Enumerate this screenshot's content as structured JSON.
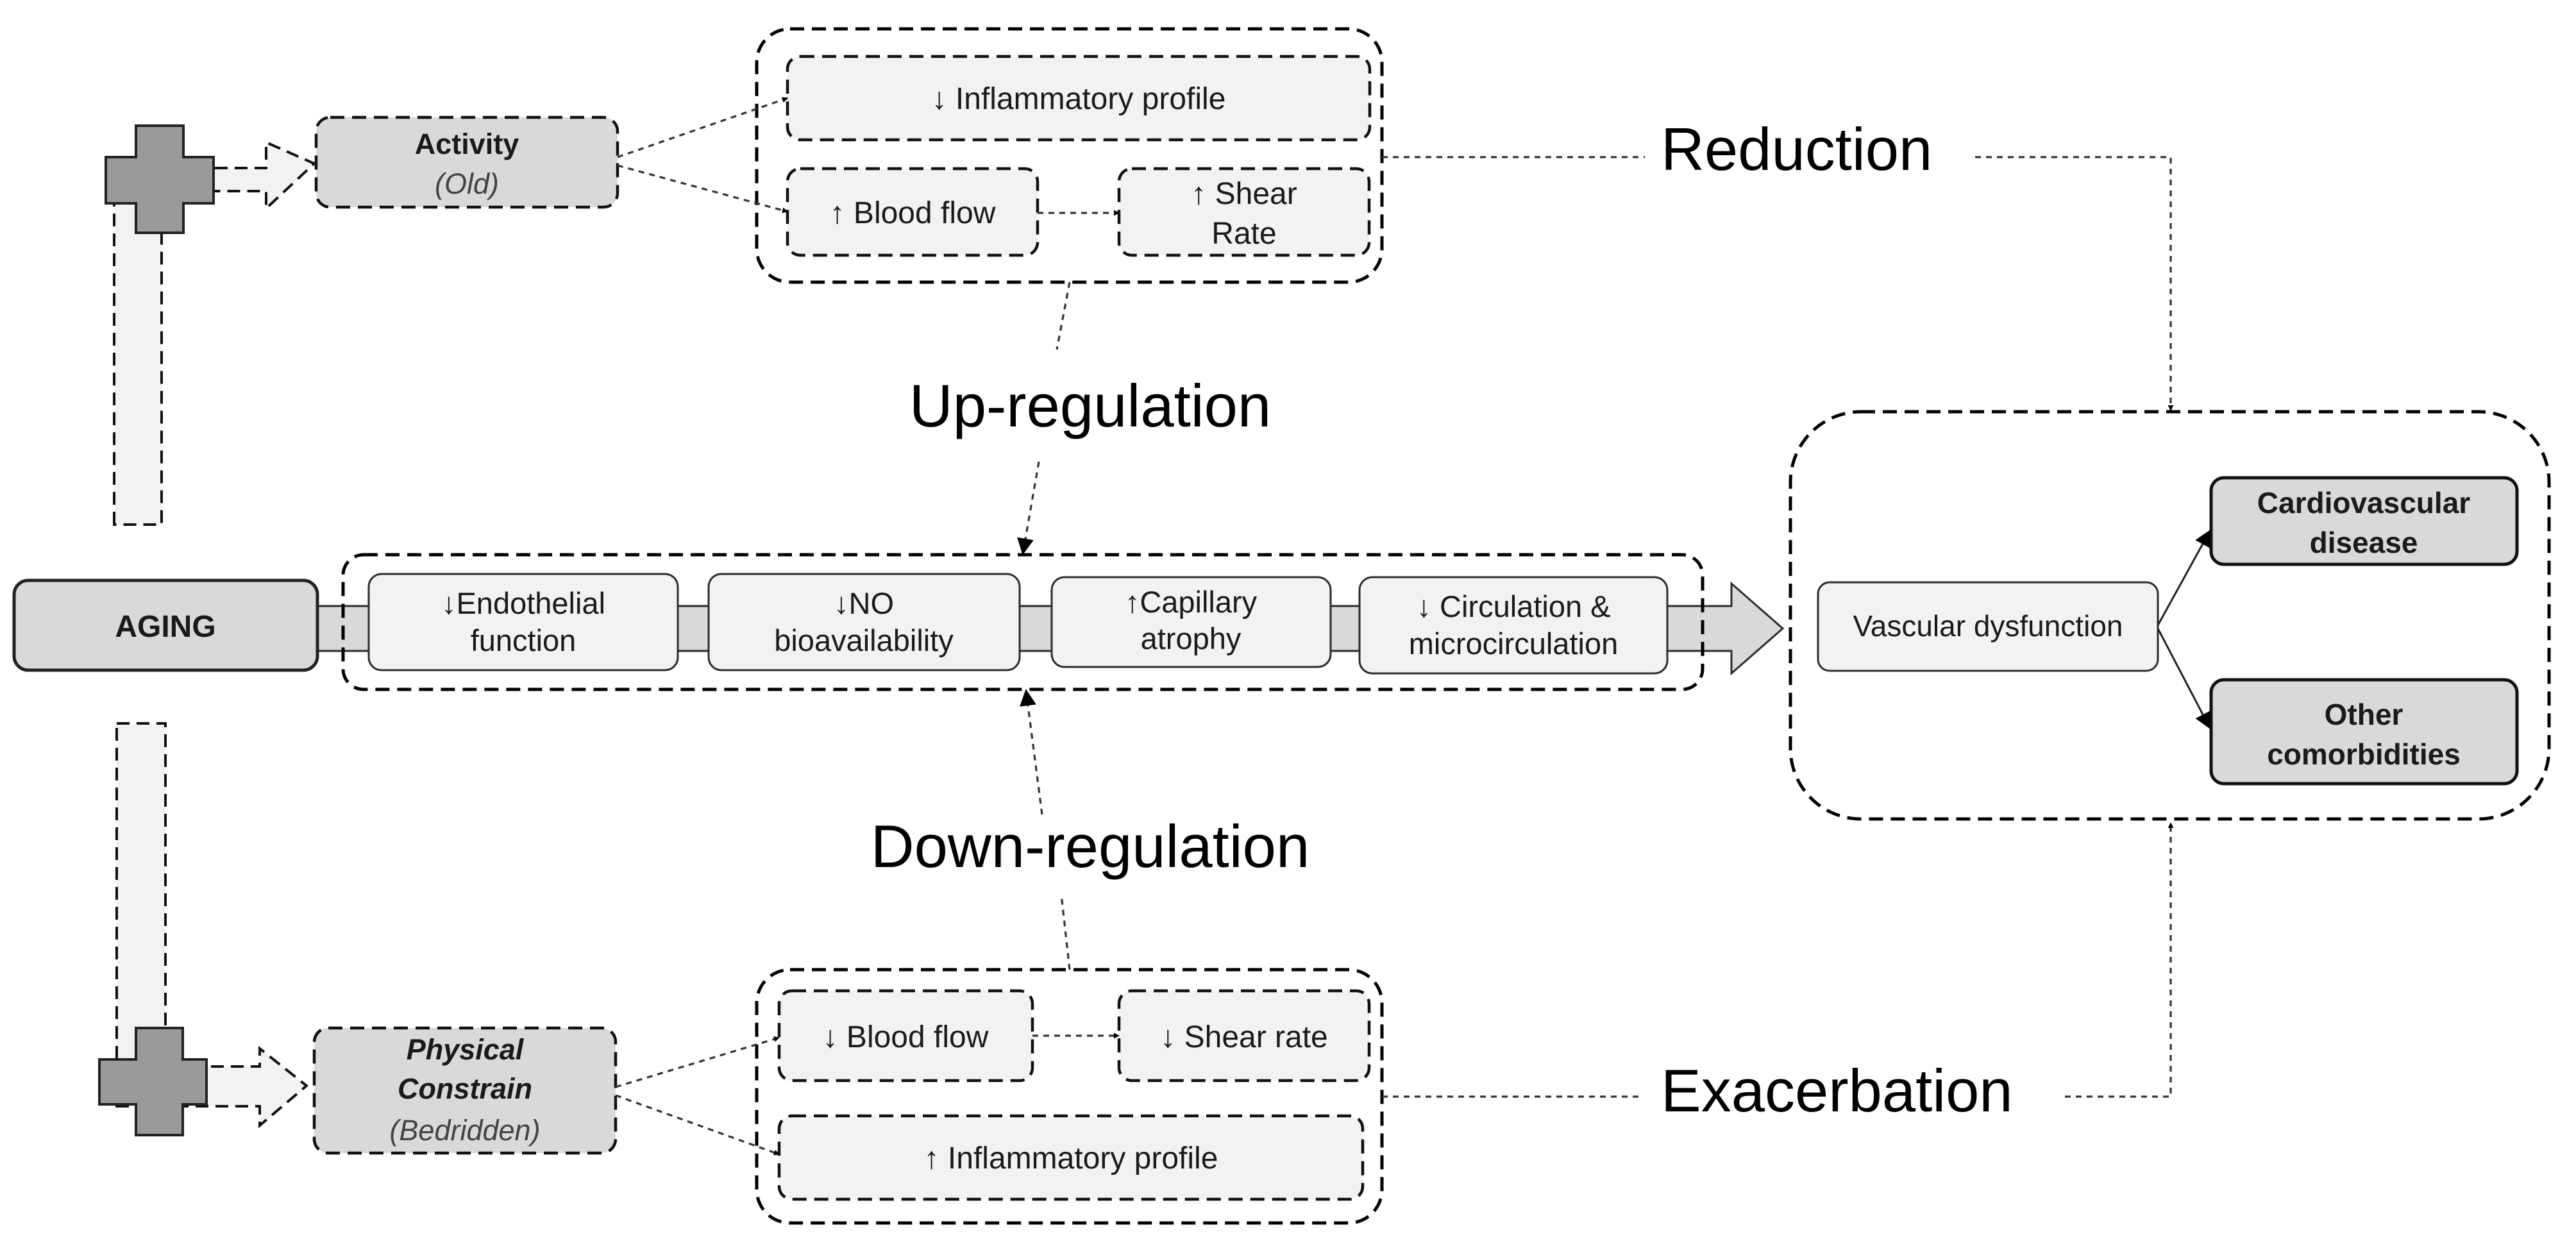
{
  "aging": "AGING",
  "activity": {
    "title": "Activity",
    "subtitle": "(Old)"
  },
  "physical": {
    "title_line1": "Physical",
    "title_line2": "Constrain",
    "subtitle": "(Bedridden)"
  },
  "top_effects": {
    "inflammatory": "↓ Inflammatory profile",
    "blood_flow": "↑ Blood flow",
    "shear_line1": "↑ Shear",
    "shear_line2": "Rate"
  },
  "bottom_effects": {
    "blood_flow": "↓ Blood flow",
    "shear": "↓ Shear rate",
    "inflammatory": "↑ Inflammatory profile"
  },
  "chain": [
    {
      "line1": "↓Endothelial",
      "line2": "function"
    },
    {
      "line1": "↓NO",
      "line2": "bioavailability"
    },
    {
      "line1": "↑Capillary",
      "line2": "atrophy"
    },
    {
      "line1": "↓ Circulation &",
      "line2": "microcirculation"
    }
  ],
  "labels": {
    "reduction": "Reduction",
    "up_regulation": "Up-regulation",
    "down_regulation": "Down-regulation",
    "exacerbation": "Exacerbation"
  },
  "outcome": {
    "vascular": "Vascular dysfunction",
    "cardio_line1": "Cardiovascular",
    "cardio_line2": "disease",
    "other_line1": "Other",
    "other_line2": "comorbidities"
  },
  "colors": {
    "light_fill": "#f2f2f2",
    "mid_fill": "#d9d9d9",
    "dark_fill": "#9a9a9a"
  }
}
